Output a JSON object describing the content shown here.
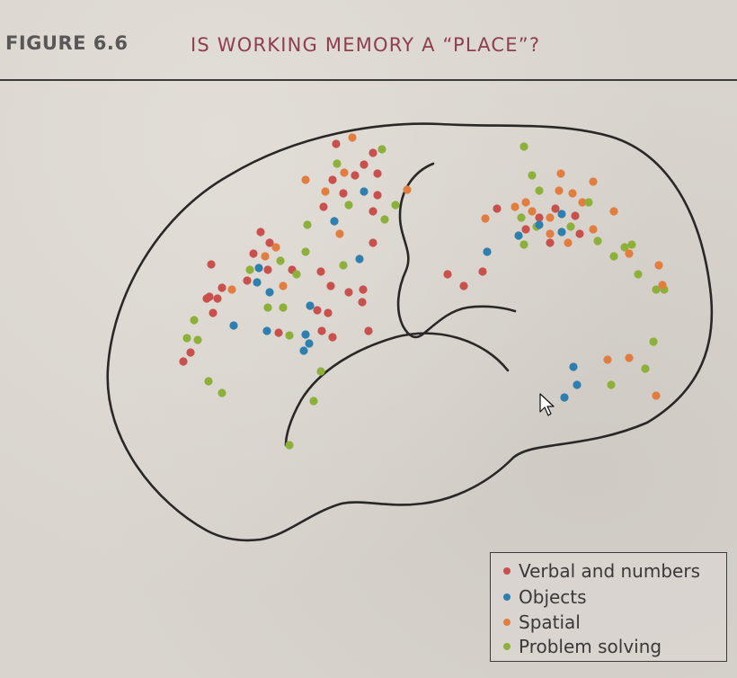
{
  "figure": {
    "label": "FIGURE 6.6",
    "title": "IS WORKING MEMORY A “PLACE”?"
  },
  "colors": {
    "verbal": "#c8504d",
    "objects": "#2e7fae",
    "spatial": "#e17e3f",
    "problem": "#8cb03a",
    "outline": "#2a2727",
    "title": "#8d3f4c"
  },
  "legend": [
    {
      "label": "Verbal and numbers",
      "color": "#c8504d"
    },
    {
      "label": "Objects",
      "color": "#2e7fae"
    },
    {
      "label": "Spatial",
      "color": "#e17e3f"
    },
    {
      "label": "Problem solving",
      "color": "#8cb03a"
    }
  ],
  "icons": {
    "cursor": "mouse-pointer-icon"
  }
}
